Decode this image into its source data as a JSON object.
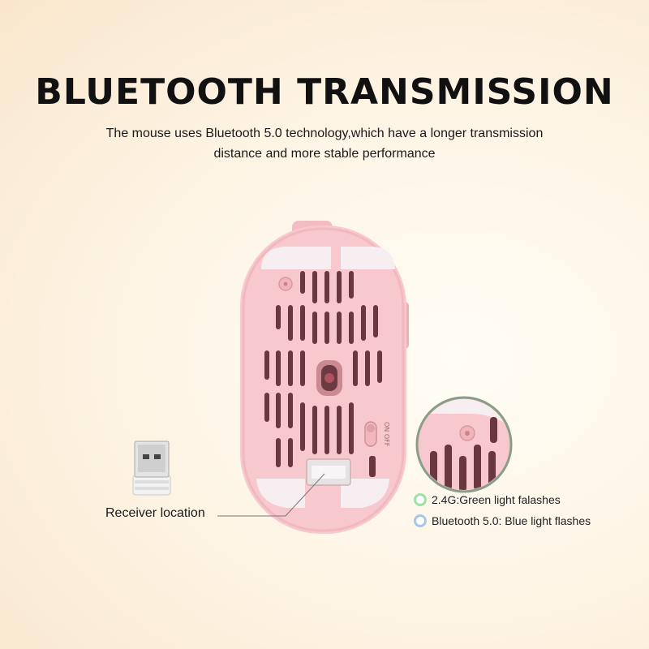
{
  "header": {
    "title": "BLUETOOTH  TRANSMISSION",
    "subtitle_line1": "The mouse uses Bluetooth 5.0 technology,which have a longer transmission",
    "subtitle_line2": "distance and more stable performance"
  },
  "mouse": {
    "switch_label": "ON OFF"
  },
  "callouts": {
    "receiver_label": "Receiver location"
  },
  "legend": [
    {
      "label": "2.4G:Green light falashes",
      "color": "#9fe0a6"
    },
    {
      "label": "Bluetooth 5.0: Blue light flashes",
      "color": "#a8c4ef"
    }
  ],
  "colors": {
    "mouse_body": "#f6c6cb",
    "background": "#fdf3e2"
  }
}
